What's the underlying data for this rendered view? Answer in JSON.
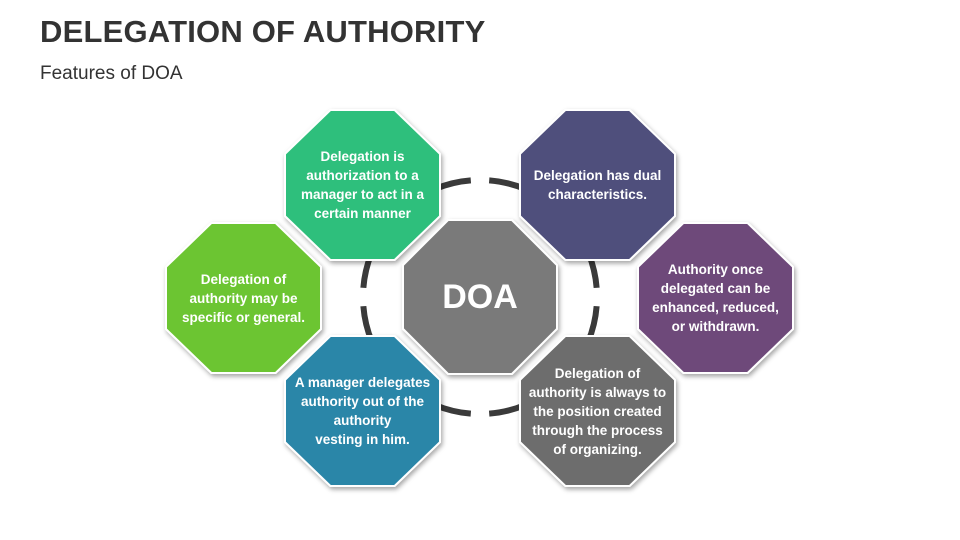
{
  "header": {
    "title": "DELEGATION OF AUTHORITY",
    "subtitle": "Features of DOA"
  },
  "center": {
    "label": "DOA",
    "color": "#7a7a7a"
  },
  "features": [
    {
      "id": "top-left",
      "text": "Delegation is\nauthorization to a\nmanager to act in a\ncertain manner",
      "color": "#2fbf7c"
    },
    {
      "id": "left",
      "text": "Delegation of\nauthority may be\nspecific or general.",
      "color": "#6cc532"
    },
    {
      "id": "bottom-left",
      "text": "A manager delegates\nauthority out of the\nauthority\nvesting in him.",
      "color": "#2b86a8"
    },
    {
      "id": "top-right",
      "text": "Delegation has dual\ncharacteristics.",
      "color": "#4f4f7c"
    },
    {
      "id": "right",
      "text": "Authority once\ndelegated can be\nenhanced, reduced,\nor withdrawn.",
      "color": "#6e4a7a"
    },
    {
      "id": "bottom-right",
      "text": "Delegation of\nauthority is always to\nthe position created\nthrough the process\nof organizing.",
      "color": "#6d6d6d"
    }
  ],
  "ring_color": "#3a3a3a"
}
